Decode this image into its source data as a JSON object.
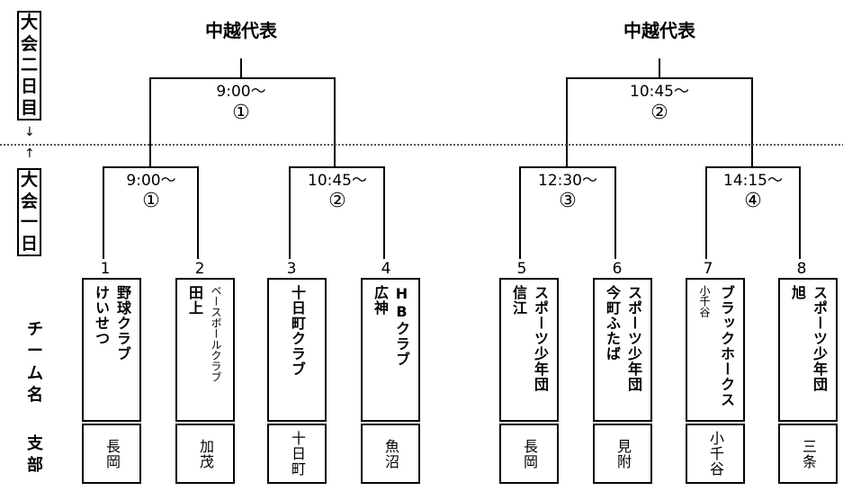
{
  "day2_label": [
    "大",
    "会",
    "二",
    "日",
    "目"
  ],
  "day1_label": [
    "大",
    "会",
    "一",
    "日"
  ],
  "arrow_down": "↓",
  "arrow_up": "↑",
  "row_label_team": [
    "チ",
    "ー",
    "ム",
    "名"
  ],
  "row_label_branch": [
    "支",
    "部"
  ],
  "representatives": [
    "中越代表",
    "中越代表"
  ],
  "final_matches": [
    {
      "time": "9:00〜",
      "no": "①"
    },
    {
      "time": "10:45〜",
      "no": "②"
    }
  ],
  "first_matches": [
    {
      "time": "9:00〜",
      "no": "①"
    },
    {
      "time": "10:45〜",
      "no": "②"
    },
    {
      "time": "12:30〜",
      "no": "③"
    },
    {
      "time": "14:15〜",
      "no": "④"
    }
  ],
  "teams": [
    {
      "num": "1",
      "name_cols": [
        "野球クラブ",
        "けいせつ"
      ],
      "branch": "長岡"
    },
    {
      "num": "2",
      "name_cols": [
        "ベースボールクラブ",
        "田上"
      ],
      "branch": "加茂"
    },
    {
      "num": "3",
      "name_cols": [
        "十日町クラブ"
      ],
      "branch": "十日町"
    },
    {
      "num": "4",
      "name_cols": [
        "HBクラブ",
        "広神"
      ],
      "branch": "魚沼"
    },
    {
      "num": "5",
      "name_cols": [
        "スポーツ少年団",
        "信江"
      ],
      "branch": "長岡"
    },
    {
      "num": "6",
      "name_cols": [
        "スポーツ少年団",
        "今町ふたば"
      ],
      "branch": "見附"
    },
    {
      "num": "7",
      "name_cols": [
        "ブラックホークス",
        "小千谷"
      ],
      "branch": "小千谷"
    },
    {
      "num": "8",
      "name_cols": [
        "スポーツ少年団",
        "旭"
      ],
      "branch": "三条"
    }
  ]
}
